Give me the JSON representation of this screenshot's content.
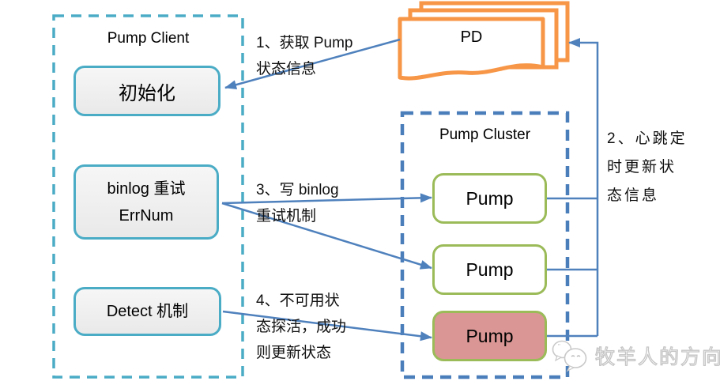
{
  "diagram": {
    "client_group": {
      "title": "Pump Client",
      "nodes": {
        "init": {
          "label": "初始化"
        },
        "binlog": {
          "line1": "binlog 重试",
          "line2": "ErrNum"
        },
        "detect": {
          "label": "Detect 机制"
        }
      }
    },
    "pd": {
      "label": "PD"
    },
    "cluster_group": {
      "title": "Pump Cluster",
      "nodes": [
        {
          "label": "Pump",
          "status": "available"
        },
        {
          "label": "Pump",
          "status": "available"
        },
        {
          "label": "Pump",
          "status": "unavailable"
        }
      ]
    },
    "annotations": [
      {
        "id": "1",
        "lines": [
          "1、获取 Pump",
          "状态信息"
        ]
      },
      {
        "id": "2",
        "lines": [
          "2、心跳定",
          "时更新状",
          "态信息"
        ]
      },
      {
        "id": "3",
        "lines": [
          "3、写  binlog",
          "重试机制"
        ]
      },
      {
        "id": "4",
        "lines": [
          "4、不可用状",
          "态探活，成功",
          "则更新状态"
        ]
      }
    ],
    "watermark": {
      "text": "牧羊人的方向"
    },
    "colors": {
      "client_border_teal": "#4BACC6",
      "cluster_border_blue": "#4A7EBB",
      "arrow_blue": "#4F81BD",
      "pd_orange": "#F79646",
      "pump_green": "#9BBB59",
      "pump_down_pink": "#D99694",
      "node_fill_gray": "#EFEFEF"
    }
  }
}
